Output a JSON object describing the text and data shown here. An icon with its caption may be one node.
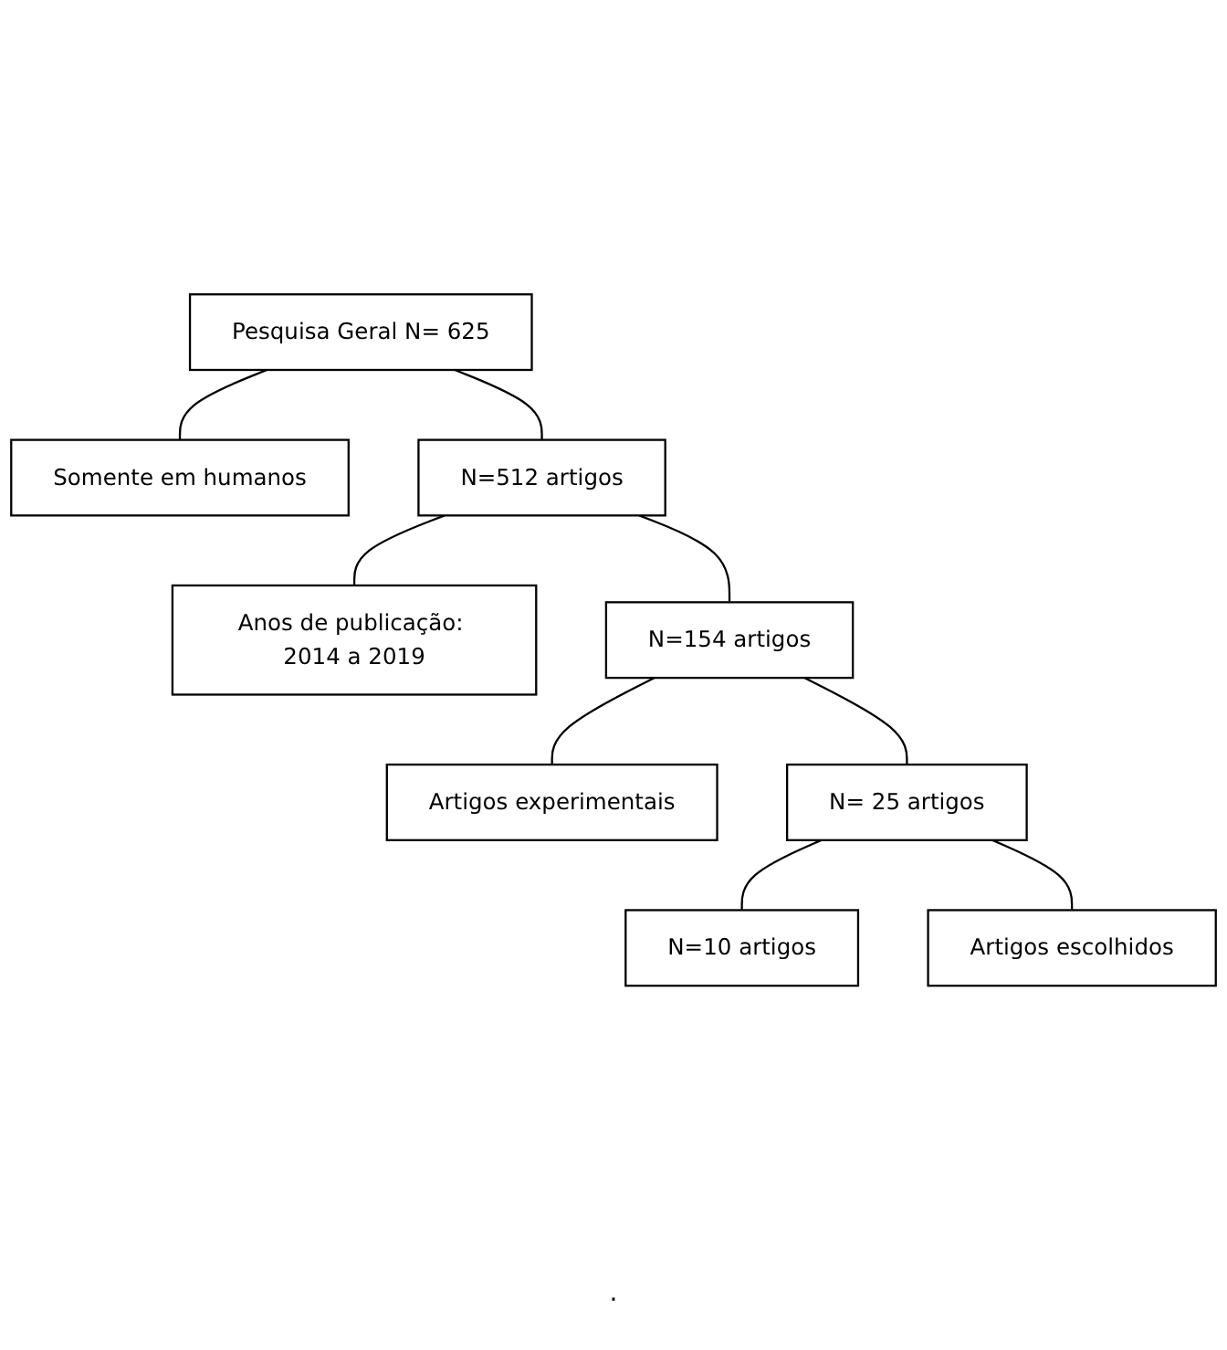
{
  "diagram": {
    "nodes": [
      {
        "text": [
          "Pesquisa Geral N= 625"
        ]
      },
      {
        "text": [
          "Somente em humanos"
        ]
      },
      {
        "text": [
          "N=512 artigos"
        ]
      },
      {
        "text": [
          "Anos de publicação: 2014 a 2019"
        ]
      },
      {
        "text": [
          "N=154 artigos"
        ]
      },
      {
        "text": [
          "Artigos experimentais"
        ]
      },
      {
        "text": [
          "N= 25 artigos"
        ]
      },
      {
        "text": [
          "Artigos escolhidos"
        ]
      },
      {
        "text": [
          "N=10 artigos"
        ]
      }
    ],
    "edges": [
      {
        "from": 0,
        "to": 2,
        "arrow": "none"
      },
      {
        "from": 0,
        "to": 1,
        "arrow": "none"
      },
      {
        "from": 2,
        "to": 4,
        "arrow": "none"
      },
      {
        "from": 2,
        "to": 3,
        "arrow": "none"
      },
      {
        "from": 4,
        "to": 6,
        "arrow": "none"
      },
      {
        "from": 4,
        "to": 5,
        "arrow": "none"
      },
      {
        "from": 6,
        "to": 8,
        "arrow": "none"
      },
      {
        "from": 6,
        "to": 7,
        "arrow": "none"
      }
    ],
    "labels": [
      "."
    ]
  }
}
